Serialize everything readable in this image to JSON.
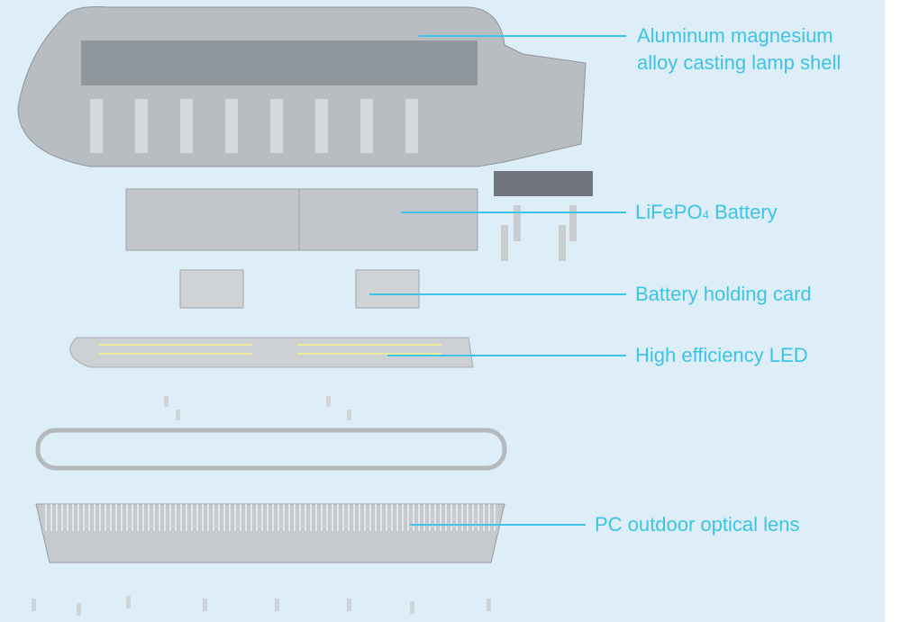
{
  "colors": {
    "background": "#deeef8",
    "accent": "#3cc3e6",
    "part": "#b9bec3"
  },
  "labels": {
    "shell_line1": "Aluminum magnesium",
    "shell_line2": "alloy casting lamp shell",
    "battery_main": "LiFePO",
    "battery_sub": "4",
    "battery_rest": " Battery",
    "holding_card": "Battery holding card",
    "led": "High efficiency LED",
    "lens": "PC outdoor optical lens"
  }
}
